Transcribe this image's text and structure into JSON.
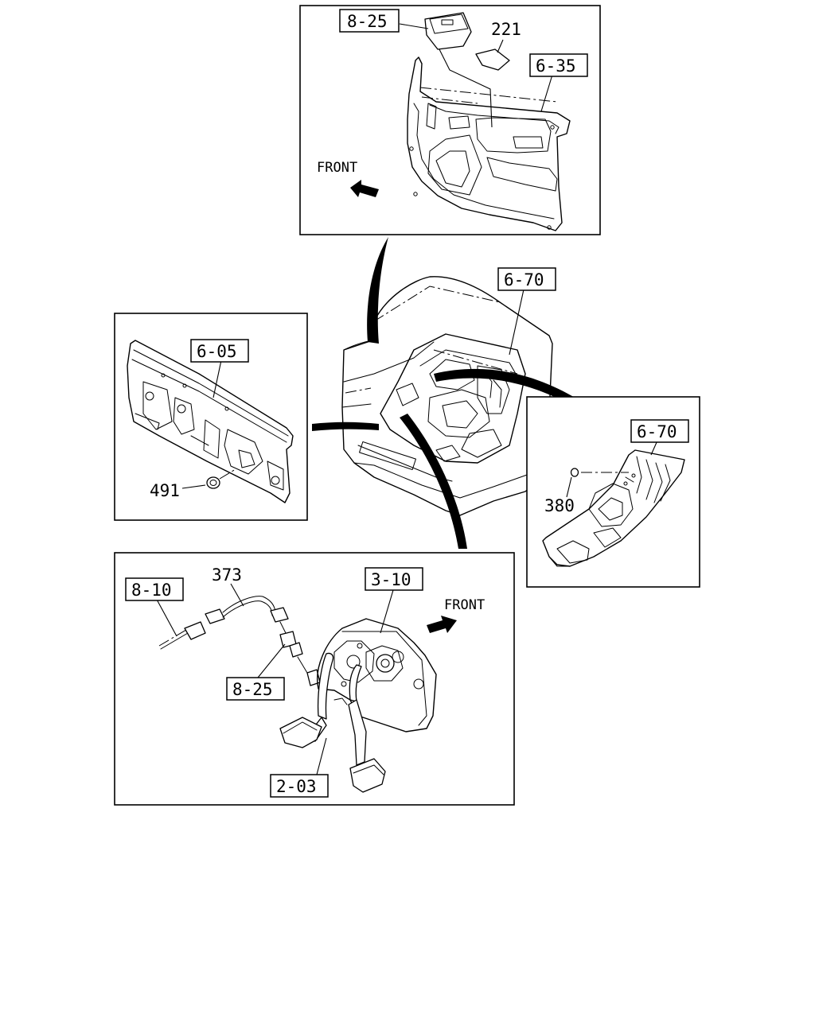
{
  "top_panel": {
    "ref_8_25": "8-25",
    "part_221": "221",
    "ref_6_35": "6-35",
    "front": "FRONT"
  },
  "center": {
    "ref_6_70": "6-70"
  },
  "left_panel": {
    "ref_6_05": "6-05",
    "part_491": "491"
  },
  "right_panel": {
    "ref_6_70": "6-70",
    "part_380": "380"
  },
  "bottom_panel": {
    "part_373": "373",
    "ref_8_10": "8-10",
    "ref_3_10": "3-10",
    "front": "FRONT",
    "ref_8_25": "8-25",
    "ref_2_03": "2-03"
  }
}
